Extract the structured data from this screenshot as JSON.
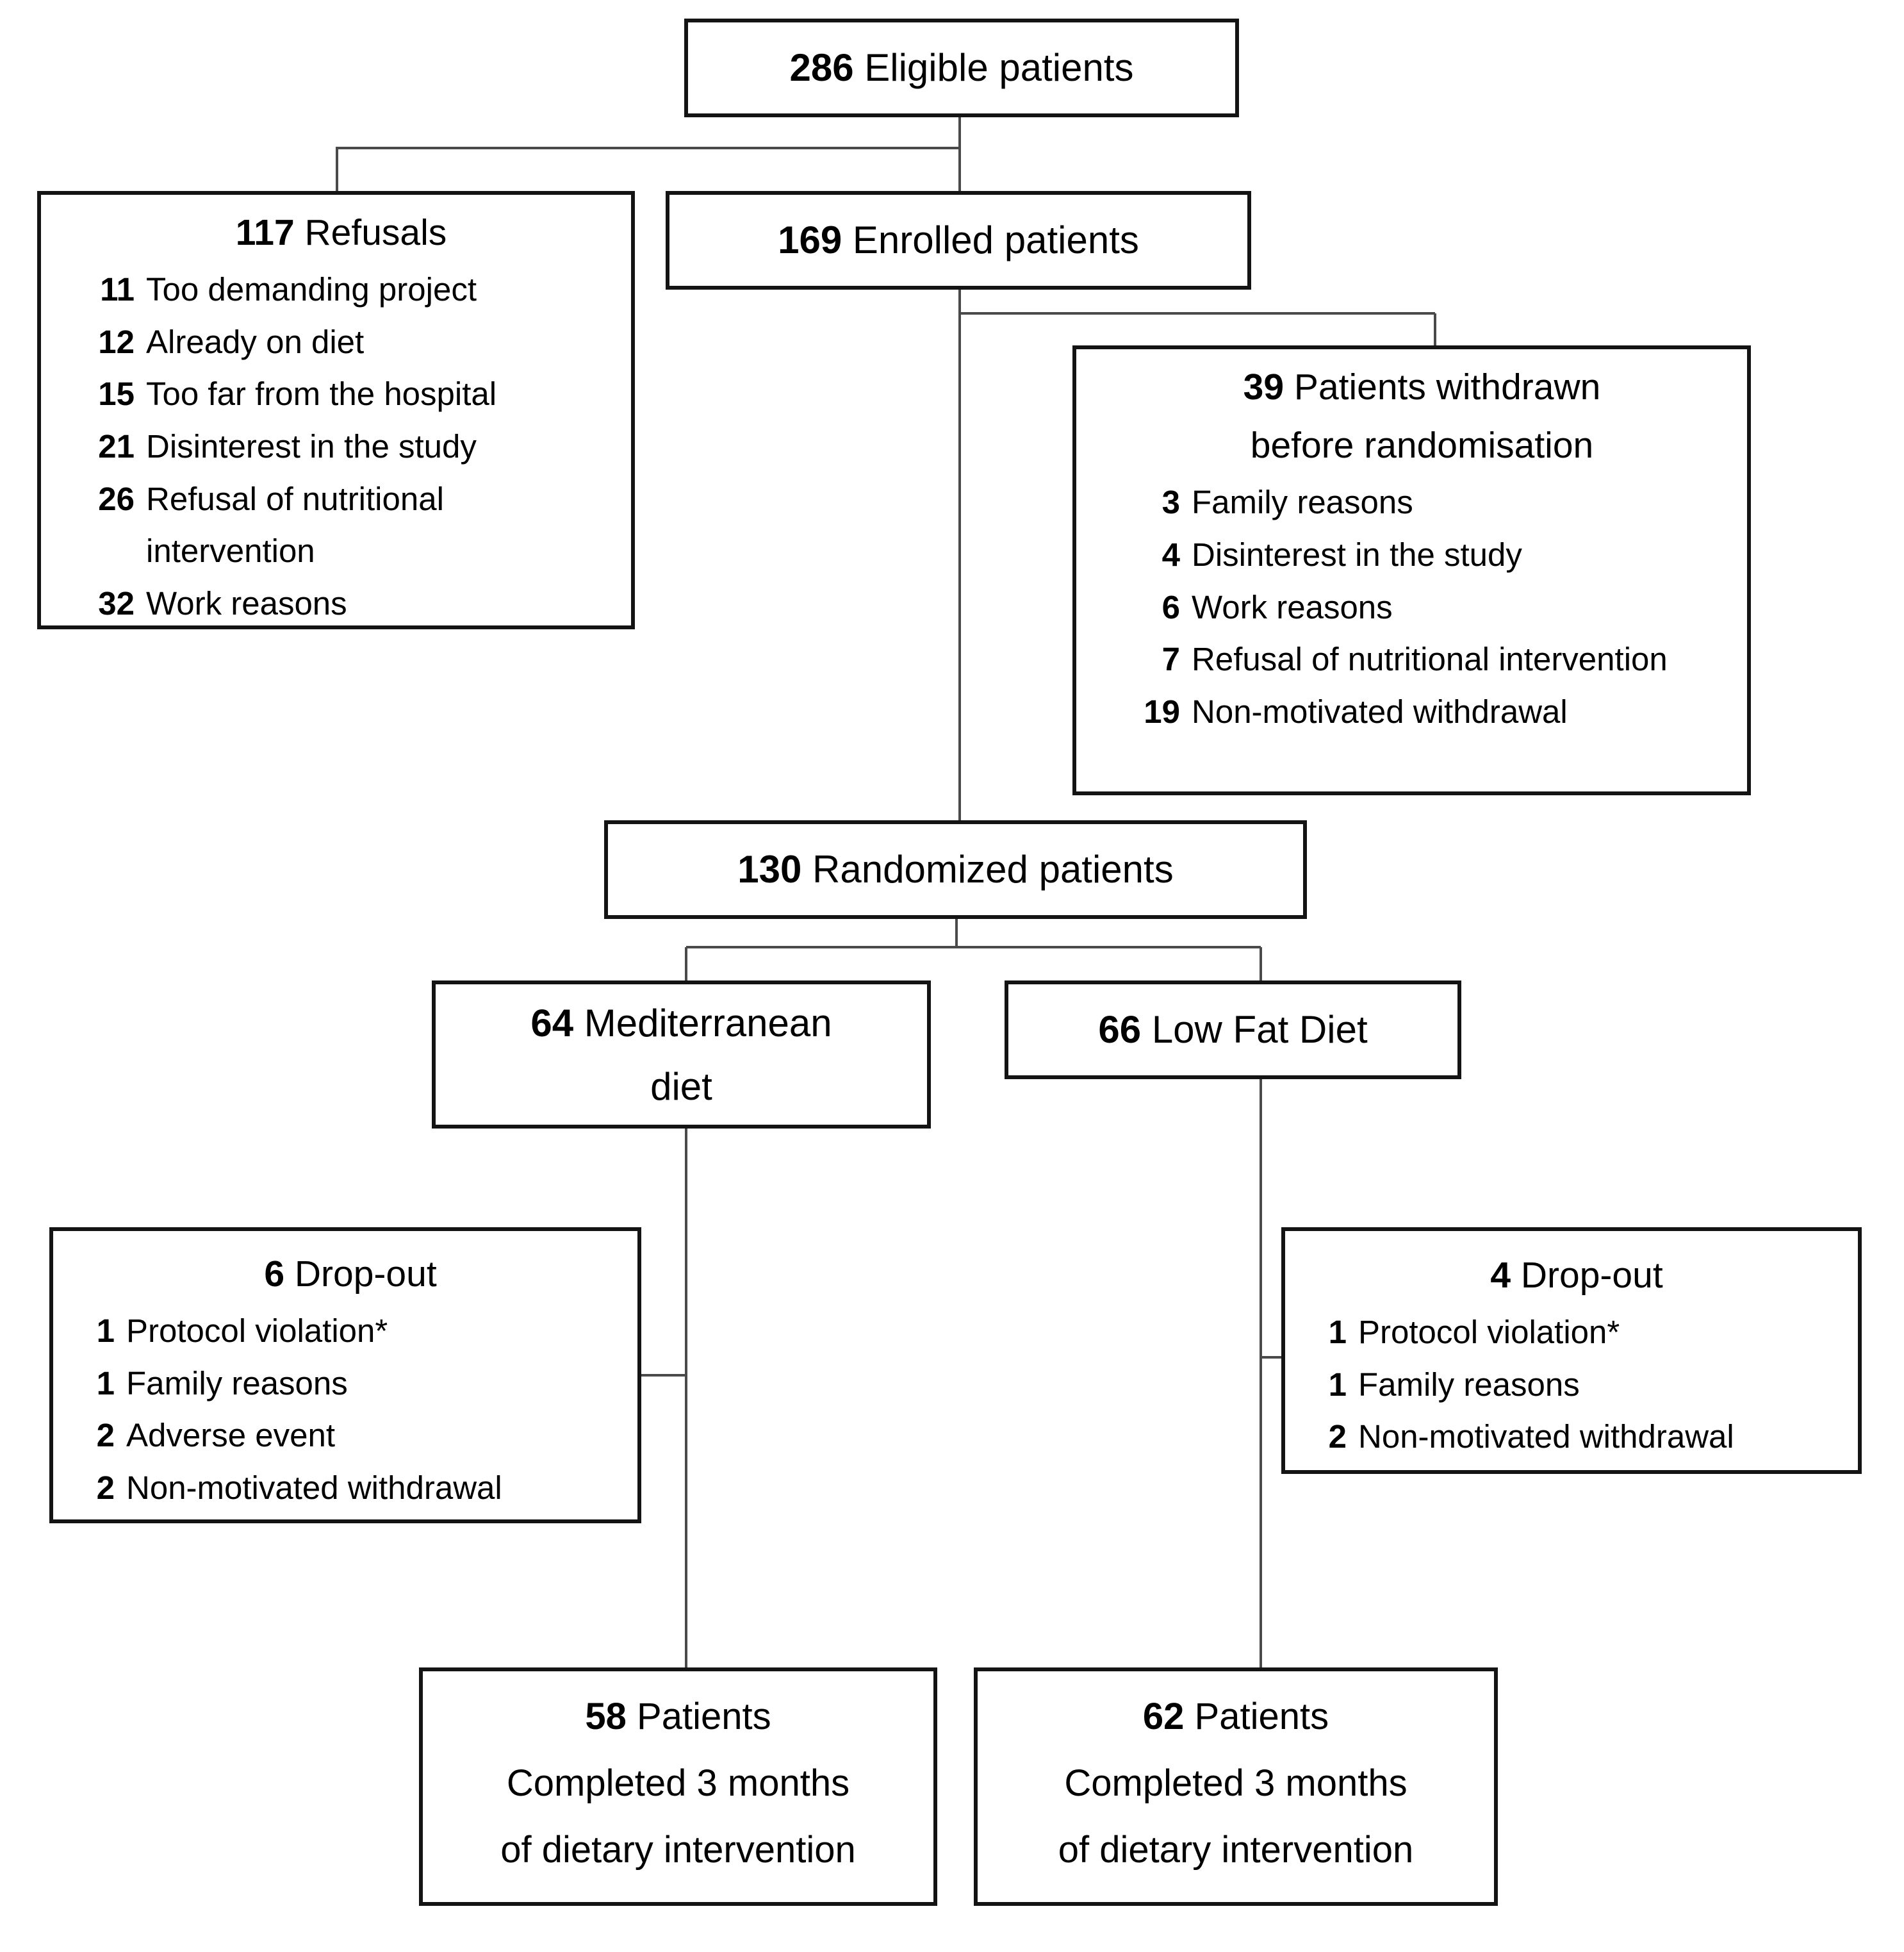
{
  "colors": {
    "box-border": "#141414",
    "connector": "#4a4a4a",
    "text": "#000000",
    "page-background": "#ffffff"
  },
  "boxes": {
    "eligible": {
      "count": "286",
      "label": "Eligible patients"
    },
    "refusals": {
      "count": "117",
      "label": "Refusals",
      "items": [
        {
          "n": "11",
          "t": "Too demanding project"
        },
        {
          "n": "12",
          "t": "Already on diet"
        },
        {
          "n": "15",
          "t": "Too far from the hospital"
        },
        {
          "n": "21",
          "t": "Disinterest in the study"
        },
        {
          "n": "26",
          "t": "Refusal of nutritional intervention"
        },
        {
          "n": "32",
          "t": "Work reasons"
        }
      ]
    },
    "enrolled": {
      "count": "169",
      "label": "Enrolled patients"
    },
    "withdrawn": {
      "count": "39",
      "label_line1": "Patients withdrawn",
      "label_line2": "before randomisation",
      "items": [
        {
          "n": "3",
          "t": "Family reasons"
        },
        {
          "n": "4",
          "t": "Disinterest in the study"
        },
        {
          "n": "6",
          "t": "Work reasons"
        },
        {
          "n": "7",
          "t": "Refusal of nutritional intervention"
        },
        {
          "n": "19",
          "t": "Non-motivated withdrawal"
        }
      ]
    },
    "randomized": {
      "count": "130",
      "label": "Randomized patients"
    },
    "med_diet": {
      "count": "64",
      "label_line1": "Mediterranean",
      "label_line2": "diet"
    },
    "low_fat": {
      "count": "66",
      "label": "Low Fat Diet"
    },
    "dropout_med": {
      "count": "6",
      "label": "Drop-out",
      "items": [
        {
          "n": "1",
          "t": "Protocol violation*"
        },
        {
          "n": "1",
          "t": "Family reasons"
        },
        {
          "n": "2",
          "t": "Adverse event"
        },
        {
          "n": "2",
          "t": "Non-motivated withdrawal"
        }
      ]
    },
    "dropout_lf": {
      "count": "4",
      "label": "Drop-out",
      "items": [
        {
          "n": "1",
          "t": "Protocol violation*"
        },
        {
          "n": "1",
          "t": "Family reasons"
        },
        {
          "n": "2",
          "t": "Non-motivated withdrawal"
        }
      ]
    },
    "completed_med": {
      "count": "58",
      "label": "Patients",
      "line2": "Completed 3 months",
      "line3": "of dietary intervention"
    },
    "completed_lf": {
      "count": "62",
      "label": "Patients",
      "line2": "Completed 3 months",
      "line3": "of dietary intervention"
    }
  }
}
